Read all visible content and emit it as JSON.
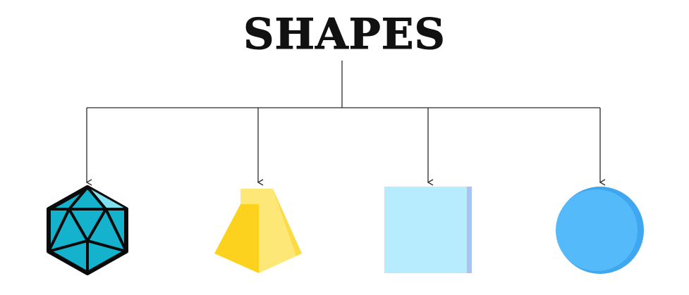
{
  "title": "SHAPES",
  "colors": {
    "connector": "#2b2b2b",
    "icosahedron_outline": "#0a0a0a",
    "icosahedron_teal": "#14b2cc",
    "icosahedron_light": "#7fe0ee",
    "frustum_yellow": "#fcd21f",
    "frustum_light": "#fde877",
    "cube_blue": "#b6ecfd",
    "cube_edge": "#a9c4f0",
    "sphere_blue": "#55baf9",
    "sphere_shade": "#3fa7ef"
  },
  "shapes": [
    {
      "name": "icosahedron",
      "icon": "icosahedron-icon"
    },
    {
      "name": "frustum",
      "icon": "frustum-icon"
    },
    {
      "name": "cube",
      "icon": "cube-icon"
    },
    {
      "name": "sphere",
      "icon": "sphere-icon"
    }
  ]
}
